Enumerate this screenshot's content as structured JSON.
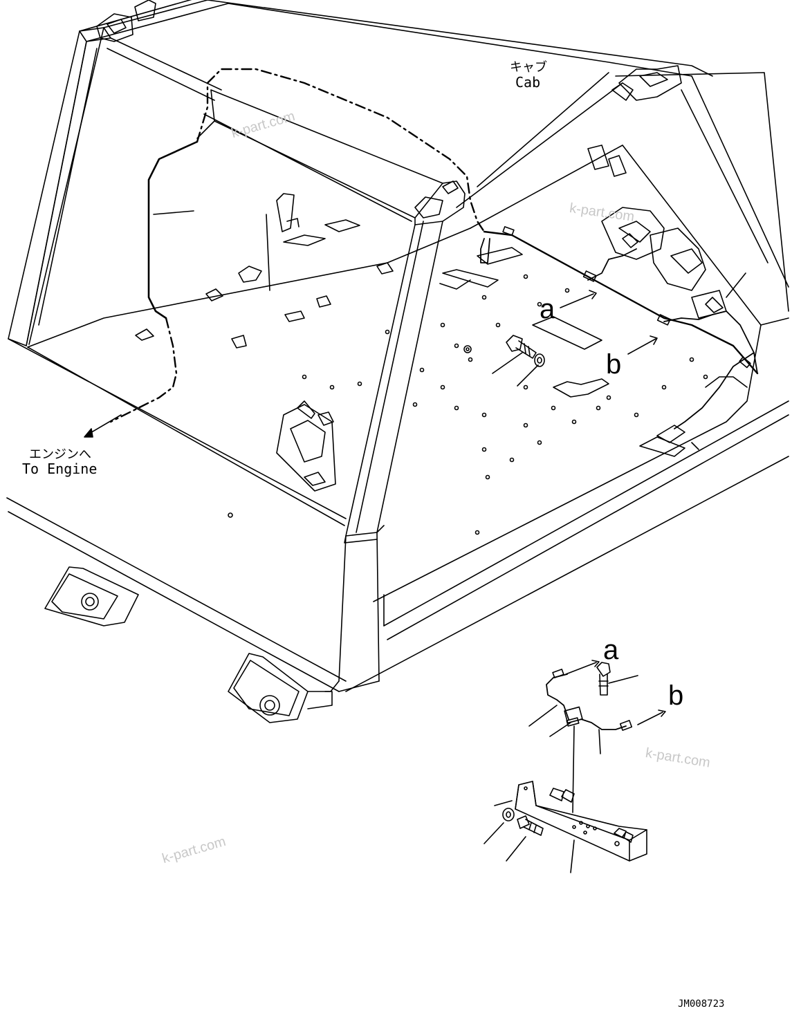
{
  "labels": {
    "cab_jp": "キャブ",
    "cab_en": "Cab",
    "engine_jp": "エンジンへ",
    "engine_en": "To Engine",
    "callout_a_top": "a",
    "callout_b_top": "b",
    "callout_a_detail": "a",
    "callout_b_detail": "b",
    "drawing_number": "JM008723"
  },
  "watermarks": [
    "k-part.com",
    "k-part.com",
    "k-part.com",
    "k-part.com"
  ],
  "colors": {
    "line": "#000000",
    "watermark": "#c8c8c8",
    "background": "#ffffff"
  }
}
